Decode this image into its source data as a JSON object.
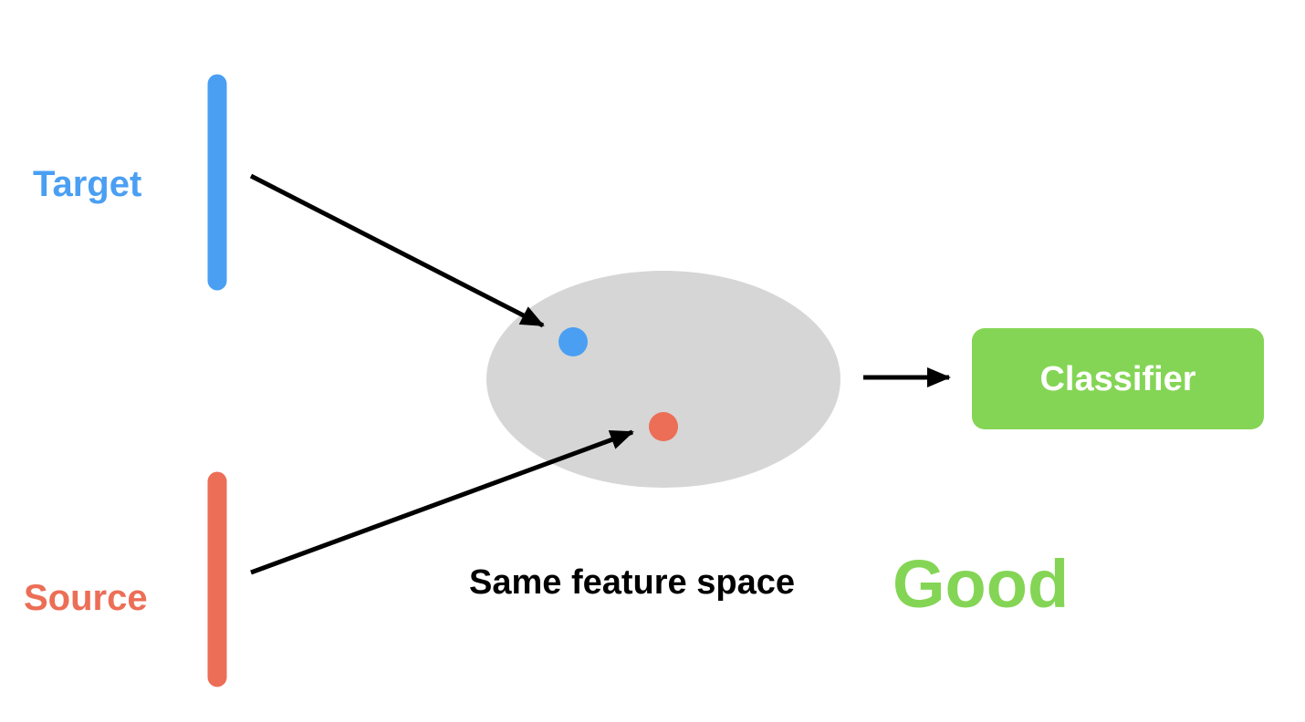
{
  "colors": {
    "target": "#4a9ff3",
    "source": "#ec6e56",
    "good": "#84d555",
    "feature_space": "#d6d6d6",
    "arrow": "#000000",
    "text": "#000000",
    "classifier_text": "#ffffff"
  },
  "labels": {
    "target": "Target",
    "source": "Source",
    "caption": "Same feature space",
    "verdict": "Good",
    "classifier": "Classifier"
  }
}
